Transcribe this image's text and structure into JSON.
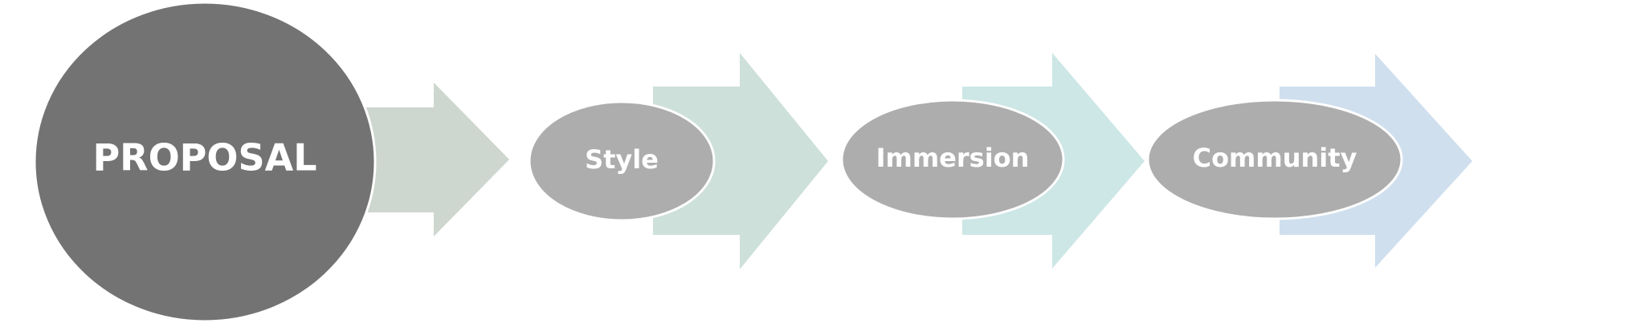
{
  "diagram": {
    "type": "process-flow",
    "colors": {
      "background": "#ffffff",
      "main_circle": "#737373",
      "step_ellipse": "#adadad",
      "ellipse_outline": "#ffffff",
      "label": "#ffffff",
      "arrows": [
        "#cdd6cf",
        "#cde0d9",
        "#cde6e6",
        "#cfdfee"
      ]
    },
    "main_node": {
      "label": "PROPOSAL"
    },
    "steps": [
      {
        "label": "Style"
      },
      {
        "label": "Immersion"
      },
      {
        "label": "Community"
      }
    ]
  }
}
